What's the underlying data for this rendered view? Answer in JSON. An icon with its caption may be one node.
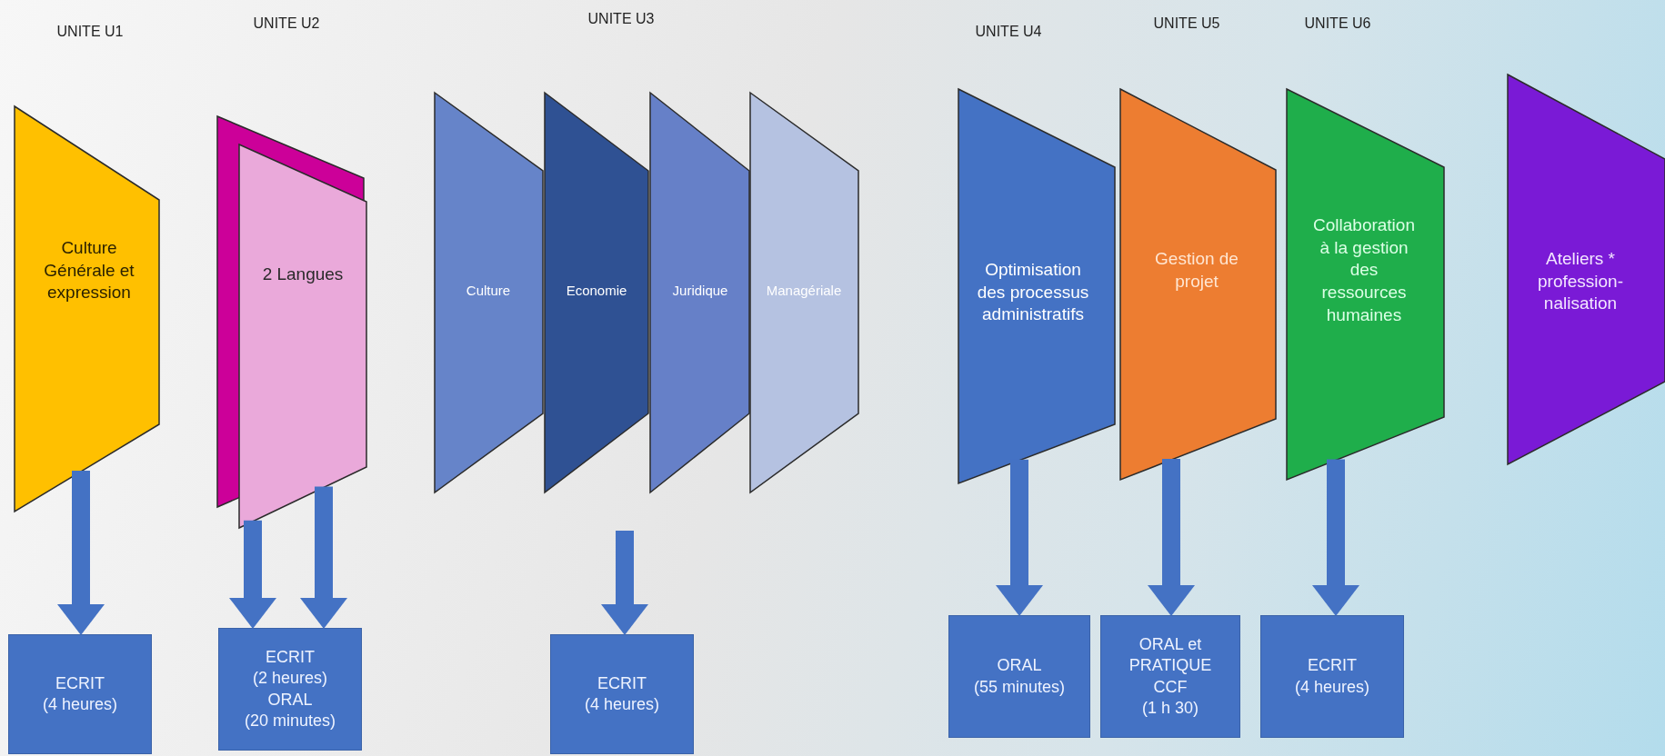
{
  "diagram": {
    "nodes": [
      {
        "text": [
          "Culture Générale et expression"
        ]
      },
      {
        "text": [],
        "shape": "box"
      },
      {
        "text": [
          "2 Langues"
        ]
      },
      {
        "text": [
          "Culture"
        ]
      },
      {
        "text": [
          "Economie"
        ]
      },
      {
        "text": [
          "Juridique"
        ]
      },
      {
        "text": [
          "Managériale"
        ]
      },
      {
        "text": [
          "Optimisation des processus administratifs"
        ]
      },
      {
        "text": [
          "Gestion de projet"
        ]
      },
      {
        "text": [
          "Collaboration à la gestion des ressources humaines"
        ]
      },
      {
        "text": [
          "Ateliers * profession- nalisation"
        ]
      },
      {
        "text": [
          "ECRIT",
          "(4 heures)"
        ]
      },
      {
        "text": [
          "ECRIT",
          "(2 heures)",
          "ORAL",
          "(20 minutes)"
        ]
      },
      {
        "text": [
          "ECRIT",
          "(4 heures)"
        ]
      },
      {
        "text": [
          "ORAL",
          "(55 minutes)"
        ]
      },
      {
        "text": [
          "ORAL et PRATIQUE CCF",
          "(1 h 30)"
        ]
      },
      {
        "text": [
          "ECRIT",
          "(4 heures)"
        ]
      }
    ],
    "edges": [
      {
        "from": 0,
        "to": 11,
        "arrow": "to"
      },
      {
        "from": 2,
        "to": 12,
        "arrow": "to"
      },
      {
        "from": 2,
        "to": 12,
        "arrow": "to"
      },
      {
        "from": null,
        "to": 13,
        "arrow": "to"
      },
      {
        "from": 7,
        "to": 14,
        "arrow": "to"
      },
      {
        "from": 8,
        "to": 15,
        "arrow": "to"
      },
      {
        "from": 9,
        "to": 16,
        "arrow": "to"
      }
    ],
    "labels": [
      "UNITE U1",
      "UNITE U2",
      "UNITE U3",
      "UNITE U4",
      "UNITE U5",
      "UNITE U6"
    ]
  }
}
